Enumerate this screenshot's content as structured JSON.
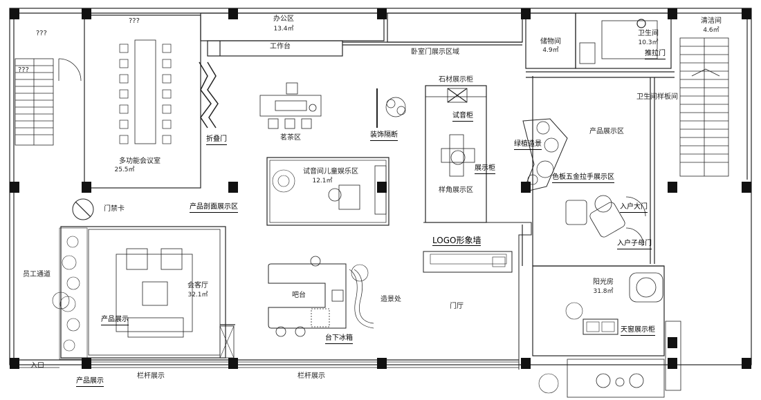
{
  "rooms": {
    "office": {
      "name": "办公区",
      "area": "13.4㎡"
    },
    "workbench": "工作台",
    "bedroom_door_display": "卧室门展示区域",
    "storage": {
      "name": "储物间",
      "area": "4.9㎡"
    },
    "bathroom": {
      "name": "卫生间",
      "area": "10.3㎡"
    },
    "cleaning": {
      "name": "清洁间",
      "area": "4.6㎡"
    },
    "sliding_door": "推拉门",
    "bathroom_sample": "卫生间样板间",
    "meeting": {
      "name": "多功能会议室",
      "area": "25.5㎡"
    },
    "folding_door": "折叠门",
    "tea": "茗茶区",
    "decor_partition": "装饰隔断",
    "stone_cabinet": "石材展示柜",
    "audition_cabinet": "试音柜",
    "display_cabinet": "展示柜",
    "corner_display": "样角展示区",
    "green_feature": "绿植造景",
    "color_board": "色板五金拉手展示区",
    "product_display_area": "产品展示区",
    "kids": {
      "name": "试音间儿童娱乐区",
      "area": "12.1㎡"
    },
    "access_card": "门禁卡",
    "product_section": "产品剖面展示区",
    "logo_wall": "LOGO形象墙",
    "entry_door": "入户大门",
    "entry_door2": "入户子母门",
    "staff_passage": "员工通道",
    "reception": {
      "name": "会客厅",
      "area": "32.1㎡"
    },
    "product_show": "产品展示",
    "bar": "吧台",
    "landscape": "造景处",
    "lobby": "门厅",
    "sunroom": {
      "name": "阳光房",
      "area": "31.8㎡"
    },
    "skylight": "天窗展示柜",
    "under_fridge": "台下冰箱",
    "entrance": "入口",
    "product_show2": "产品展示",
    "railing1": "栏杆展示",
    "railing2": "栏杆展示",
    "unknown1": "???",
    "unknown2": "???",
    "unknown3": "???"
  },
  "colors": {
    "line": "#222222",
    "column": "#111111",
    "paper": "#ffffff"
  }
}
